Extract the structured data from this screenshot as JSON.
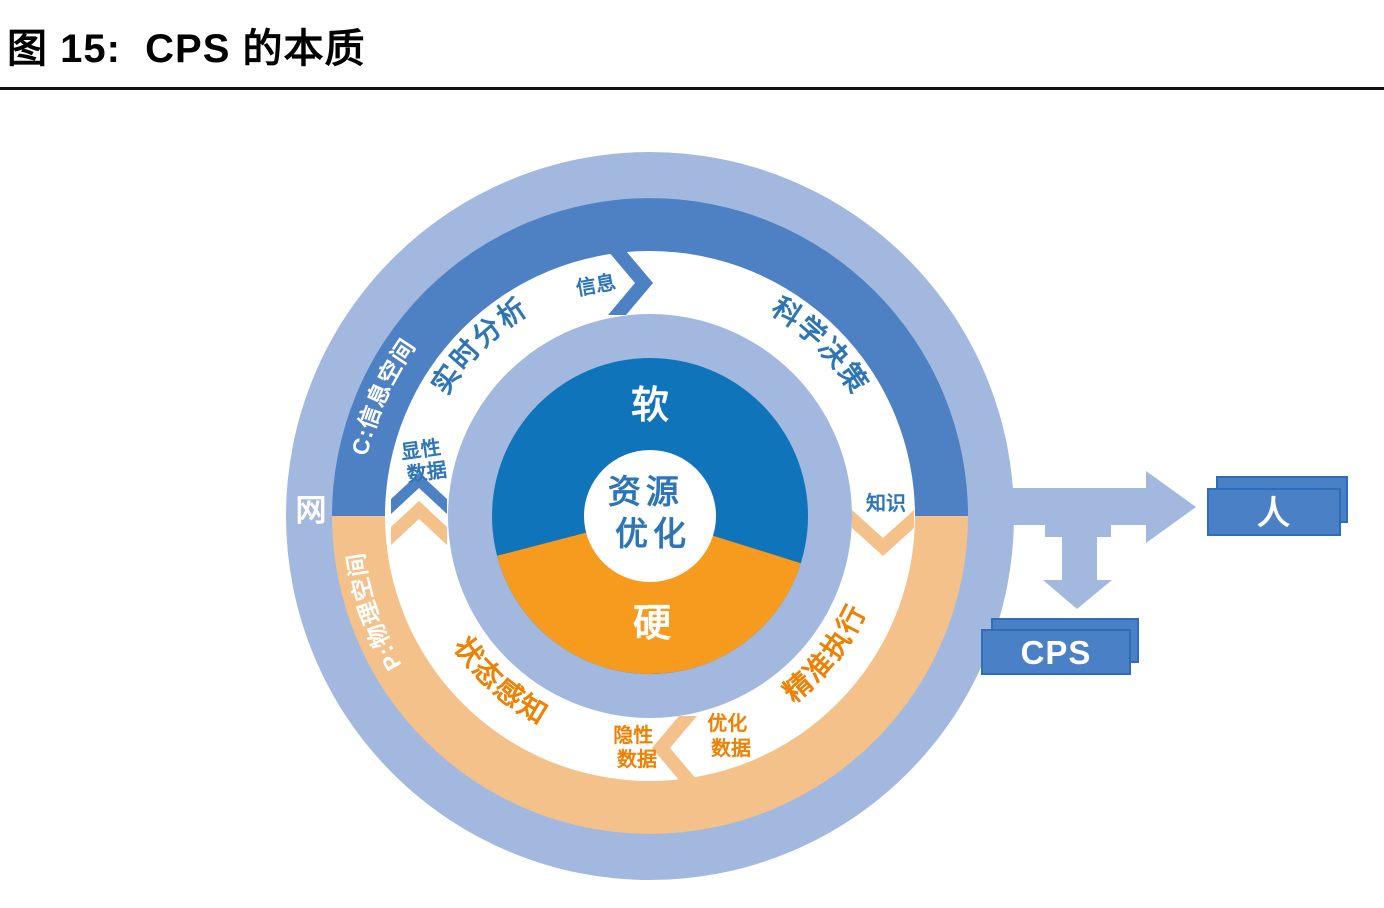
{
  "figure": {
    "title": "图 15:  CPS 的本质"
  },
  "diagram": {
    "outer_ring_label": "网",
    "rings": {
      "cyber_space": "C:信息空间",
      "physical_space": "P:物理空间"
    },
    "stages": {
      "realtime_analysis": "实时分析",
      "scientific_decision": "科学决策",
      "state_perception": "状态感知",
      "precise_execution": "精准执行"
    },
    "flow_labels": {
      "information": "信息",
      "knowledge": "知识",
      "explicit_data": [
        "显性",
        "数据"
      ],
      "implicit_data": [
        "隐性",
        "数据"
      ],
      "optimized_data": [
        "优化",
        "数据"
      ]
    },
    "core": {
      "soft": "软",
      "hard": "硬",
      "center": [
        "资源",
        "优化"
      ]
    },
    "outputs": {
      "human": "人",
      "cps": "CPS"
    },
    "colors": {
      "ring_light_blue": "#a2b8de",
      "ring_mid_blue": "#4e81c4",
      "ring_pale_orange": "#f3c189",
      "core_blue": "#1074ba",
      "core_orange": "#f79b1e",
      "label_blue": "#2e75b6",
      "label_orange": "#ee8002",
      "label_white": "#ffffff",
      "box_fill": "#4a80c5",
      "box_border": "#2f6db8"
    }
  }
}
